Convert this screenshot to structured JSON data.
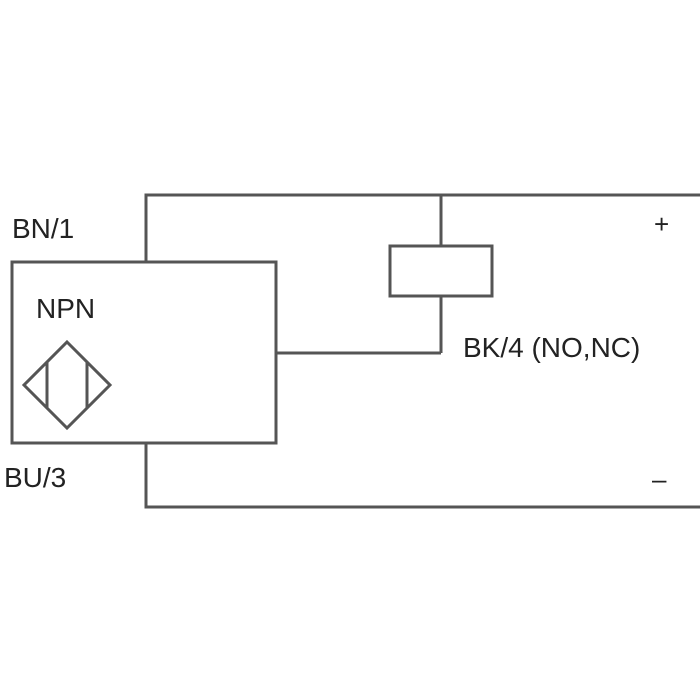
{
  "labels": {
    "brown_wire": "BN/1",
    "blue_wire": "BU/3",
    "black_wire": "BK/4 (NO,NC)",
    "sensor_type": "NPN",
    "plus": "+",
    "minus": "–"
  },
  "icons": {
    "sensor_symbol": "inductive-sensor-symbol-icon"
  },
  "colors": {
    "line": "#555555",
    "text": "#222222",
    "background": "#ffffff"
  }
}
